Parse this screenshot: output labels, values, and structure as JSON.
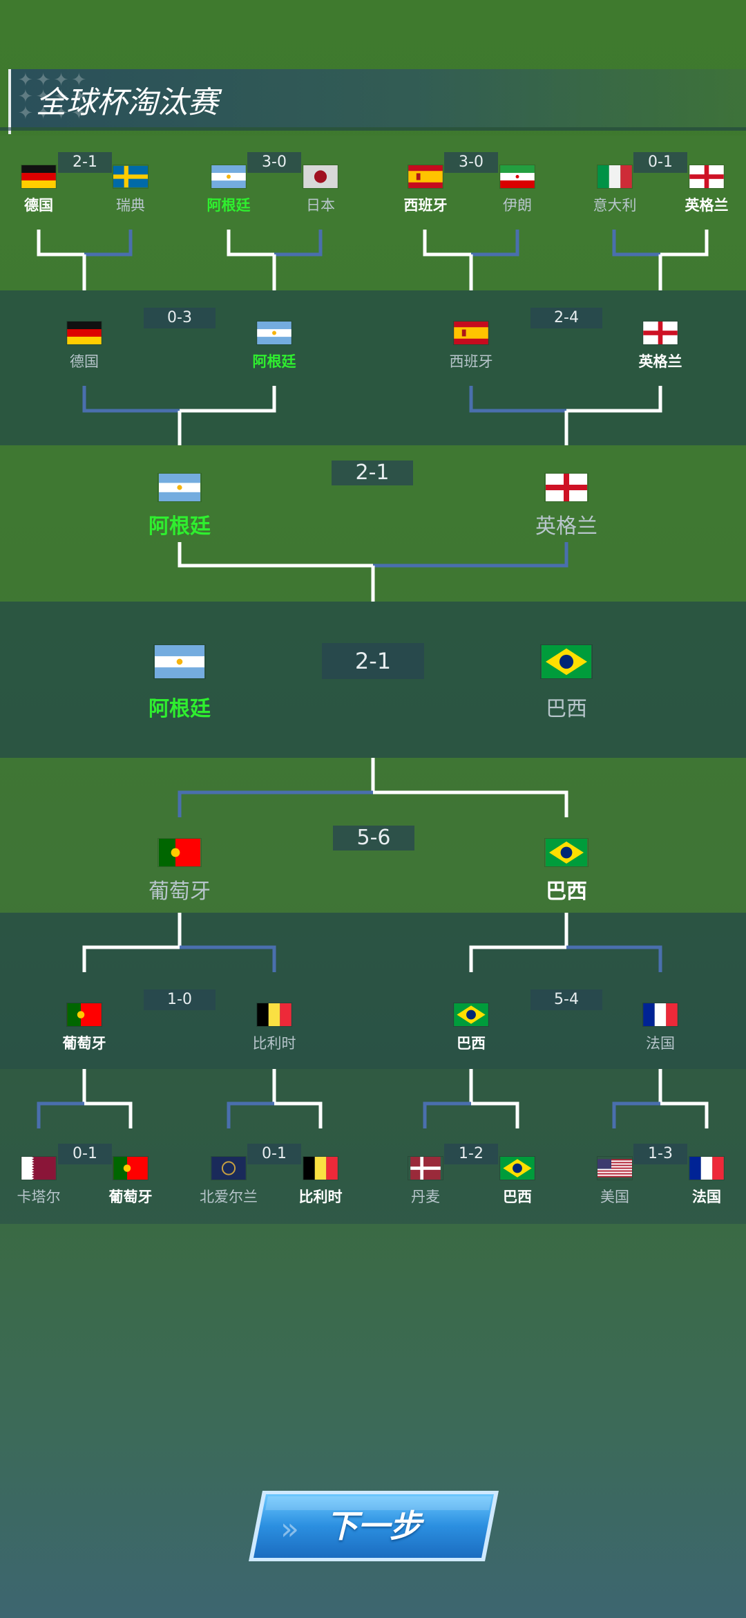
{
  "title": "全球杯淘汰赛",
  "next_button": "下一步",
  "round_of_16_top": [
    {
      "score": "2-1",
      "home": {
        "name": "德国",
        "flag": "germany",
        "state": "win"
      },
      "away": {
        "name": "瑞典",
        "flag": "sweden",
        "state": "lose"
      }
    },
    {
      "score": "3-0",
      "home": {
        "name": "阿根廷",
        "flag": "argentina",
        "state": "champ"
      },
      "away": {
        "name": "日本",
        "flag": "japan",
        "state": "lose"
      }
    },
    {
      "score": "3-0",
      "home": {
        "name": "西班牙",
        "flag": "spain",
        "state": "win"
      },
      "away": {
        "name": "伊朗",
        "flag": "iran",
        "state": "lose"
      }
    },
    {
      "score": "0-1",
      "home": {
        "name": "意大利",
        "flag": "italy",
        "state": "lose"
      },
      "away": {
        "name": "英格兰",
        "flag": "england",
        "state": "win"
      }
    }
  ],
  "quarter_top": [
    {
      "score": "0-3",
      "home": {
        "name": "德国",
        "flag": "germany",
        "state": "lose"
      },
      "away": {
        "name": "阿根廷",
        "flag": "argentina",
        "state": "champ"
      }
    },
    {
      "score": "2-4",
      "home": {
        "name": "西班牙",
        "flag": "spain",
        "state": "lose"
      },
      "away": {
        "name": "英格兰",
        "flag": "england",
        "state": "win"
      }
    }
  ],
  "semi_top": {
    "score": "2-1",
    "home": {
      "name": "阿根廷",
      "flag": "argentina",
      "state": "champ"
    },
    "away": {
      "name": "英格兰",
      "flag": "england",
      "state": "lose"
    }
  },
  "final": {
    "score": "2-1",
    "home": {
      "name": "阿根廷",
      "flag": "argentina",
      "state": "champ"
    },
    "away": {
      "name": "巴西",
      "flag": "brazil",
      "state": "lose"
    }
  },
  "semi_bottom": {
    "score": "5-6",
    "home": {
      "name": "葡萄牙",
      "flag": "portugal",
      "state": "lose"
    },
    "away": {
      "name": "巴西",
      "flag": "brazil",
      "state": "win"
    }
  },
  "quarter_bottom": [
    {
      "score": "1-0",
      "home": {
        "name": "葡萄牙",
        "flag": "portugal",
        "state": "win"
      },
      "away": {
        "name": "比利时",
        "flag": "belgium",
        "state": "lose"
      }
    },
    {
      "score": "5-4",
      "home": {
        "name": "巴西",
        "flag": "brazil",
        "state": "win"
      },
      "away": {
        "name": "法国",
        "flag": "france",
        "state": "lose"
      }
    }
  ],
  "round_of_16_bottom": [
    {
      "score": "0-1",
      "home": {
        "name": "卡塔尔",
        "flag": "qatar",
        "state": "lose"
      },
      "away": {
        "name": "葡萄牙",
        "flag": "portugal",
        "state": "win"
      }
    },
    {
      "score": "0-1",
      "home": {
        "name": "北爱尔兰",
        "flag": "northern-ireland",
        "state": "lose"
      },
      "away": {
        "name": "比利时",
        "flag": "belgium",
        "state": "win"
      }
    },
    {
      "score": "1-2",
      "home": {
        "name": "丹麦",
        "flag": "denmark",
        "state": "lose"
      },
      "away": {
        "name": "巴西",
        "flag": "brazil",
        "state": "win"
      }
    },
    {
      "score": "1-3",
      "home": {
        "name": "美国",
        "flag": "usa",
        "state": "lose"
      },
      "away": {
        "name": "法国",
        "flag": "france",
        "state": "win"
      }
    }
  ],
  "colors": {
    "winner_path": "#ffffff",
    "loser_path": "#4a6fae",
    "champion_text": "#2fef2f",
    "loser_text": "#b8c6cc"
  }
}
